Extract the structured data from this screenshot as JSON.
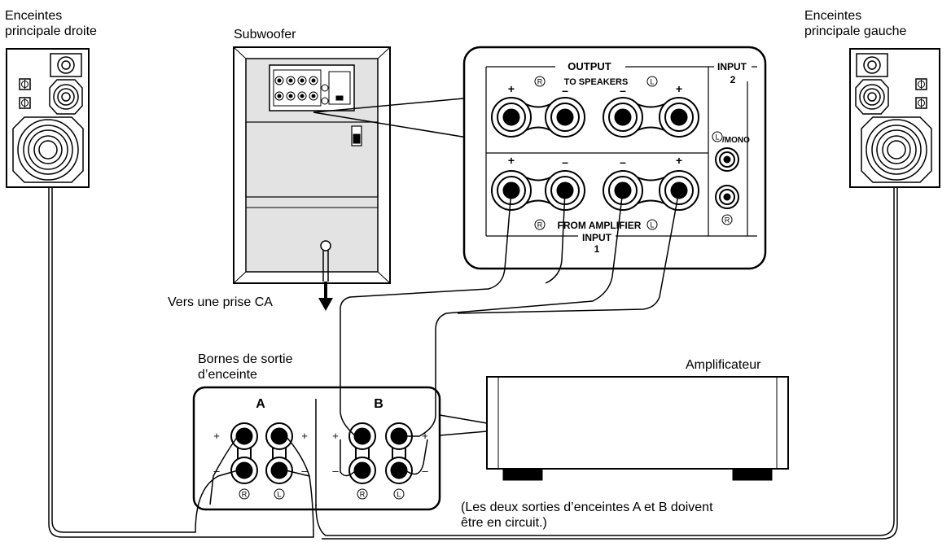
{
  "labels": {
    "right_speaker": [
      "Enceintes",
      "principale droite"
    ],
    "left_speaker": [
      "Enceintes",
      "principale gauche"
    ],
    "subwoofer": "Subwoofer",
    "ac_outlet": "Vers une prise CA",
    "terminals": [
      "Bornes de sortie",
      "d’enceinte"
    ],
    "amplifier": "Amplificateur",
    "note": [
      "(Les deux sorties d’enceintes A et B doivent",
      "être en circuit.)"
    ]
  },
  "panel": {
    "output": "OUTPUT",
    "to_speakers": "TO SPEAKERS",
    "input2": "INPUT",
    "input2_num": "2",
    "mono": "/MONO",
    "from_amplifier": "FROM AMPLIFIER",
    "input1": "INPUT",
    "input1_num": "1",
    "plus": "+",
    "minus": "–",
    "r": "R",
    "l": "L"
  },
  "amp_terminals": {
    "a": "A",
    "b": "B",
    "plus": "+",
    "minus": "–",
    "r": "R",
    "l": "L"
  }
}
